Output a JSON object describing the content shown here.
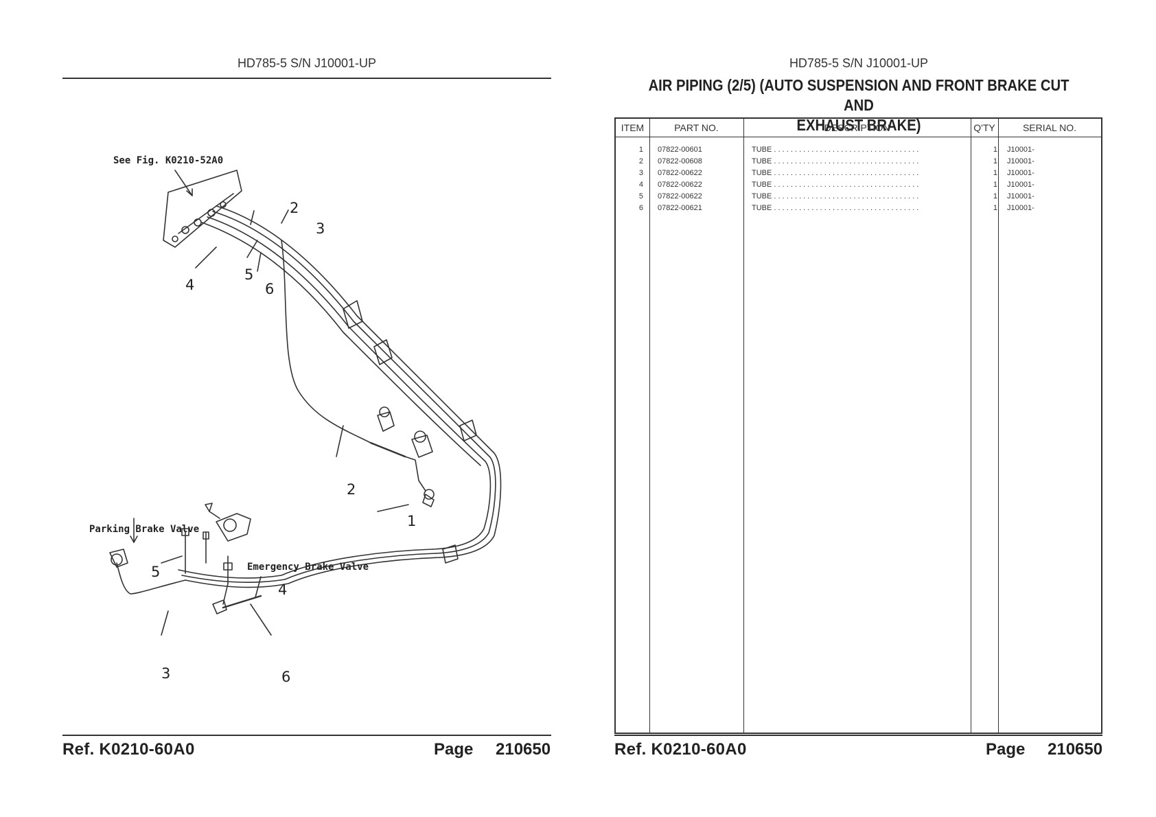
{
  "left_page": {
    "model": "HD785-5 S/N J10001-UP",
    "figure_labels": {
      "see_fig": "See Fig. K0210-52A0",
      "parking_brake": "Parking Brake Valve",
      "emergency_brake": "Emergency Brake Valve"
    },
    "callouts": [
      "2",
      "3",
      "4",
      "5",
      "6",
      "2",
      "1",
      "5",
      "4",
      "3",
      "6"
    ],
    "footer": {
      "ref": "Ref.  K0210-60A0",
      "page_label": "Page",
      "page_number": "210650"
    }
  },
  "right_page": {
    "model": "HD785-5 S/N J10001-UP",
    "title_line1": "AIR PIPING (2/5) (AUTO SUSPENSION AND FRONT BRAKE CUT AND",
    "title_line2": "EXHAUST BRAKE)",
    "table": {
      "headers": [
        "ITEM",
        "PART NO.",
        "DESCRIPTION",
        "Q'TY",
        "SERIAL NO."
      ],
      "rows": [
        {
          "item": "1",
          "part_no": "07822-00601",
          "description": "TUBE",
          "qty": "1",
          "serial": "J10001-"
        },
        {
          "item": "2",
          "part_no": "07822-00608",
          "description": "TUBE",
          "qty": "1",
          "serial": "J10001-"
        },
        {
          "item": "3",
          "part_no": "07822-00622",
          "description": "TUBE",
          "qty": "1",
          "serial": "J10001-"
        },
        {
          "item": "4",
          "part_no": "07822-00622",
          "description": "TUBE",
          "qty": "1",
          "serial": "J10001-"
        },
        {
          "item": "5",
          "part_no": "07822-00622",
          "description": "TUBE",
          "qty": "1",
          "serial": "J10001-"
        },
        {
          "item": "6",
          "part_no": "07822-00621",
          "description": "TUBE",
          "qty": "1",
          "serial": "J10001-"
        }
      ]
    },
    "footer": {
      "ref": "Ref.  K0210-60A0",
      "page_label": "Page",
      "page_number": "210650"
    }
  }
}
